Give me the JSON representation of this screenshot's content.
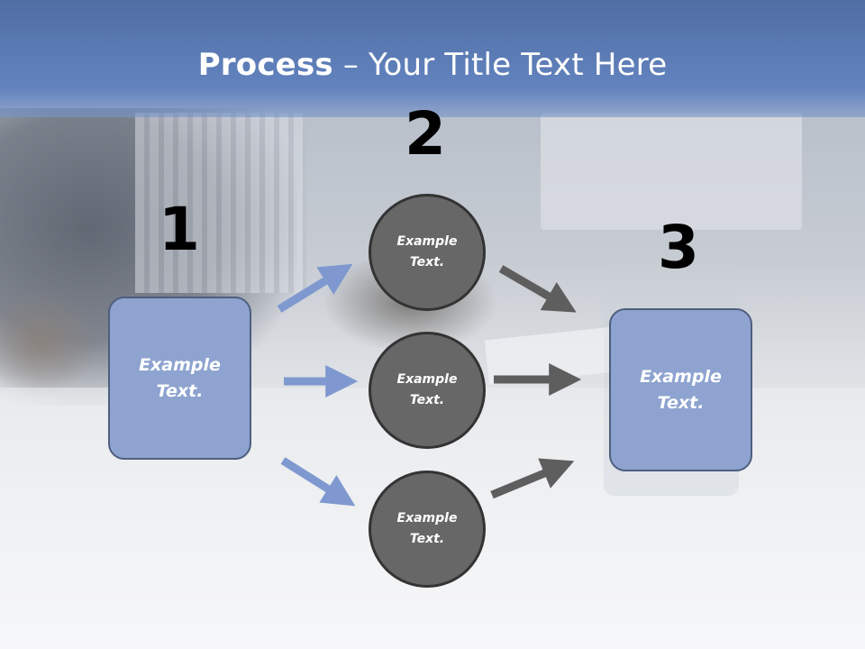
{
  "title": {
    "bold": "Process",
    "rest": " – Your Title Text Here"
  },
  "steps": [
    {
      "number": "1",
      "label": "Example\nText."
    },
    {
      "number": "2",
      "items": [
        "Example\nText.",
        "Example\nText.",
        "Example\nText."
      ]
    },
    {
      "number": "3",
      "label": "Example\nText."
    }
  ],
  "colors": {
    "header": "#5b7bb6",
    "box_fill": "#8ea3cf",
    "circle_fill": "#676767",
    "arrow_blue": "#7f99d0",
    "arrow_gray": "#5e5e5e"
  }
}
